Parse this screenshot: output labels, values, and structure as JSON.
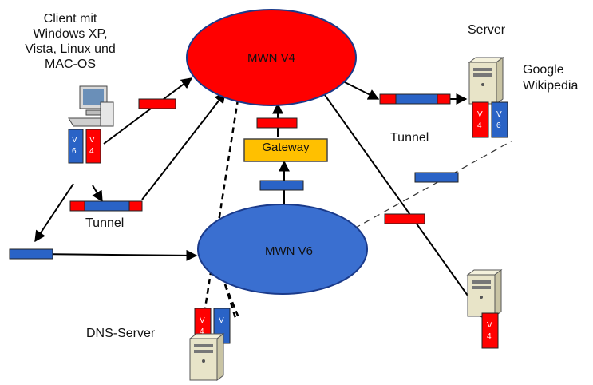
{
  "networks": {
    "v4": {
      "label": "MWN V4",
      "color": "#ff0000"
    },
    "v6": {
      "label": "MWN V6",
      "color": "#3366cc"
    }
  },
  "gateway": {
    "label": "Gateway",
    "color": "#ffc000"
  },
  "client": {
    "label_lines": [
      "Client mit",
      "Windows XP,",
      "Vista, Linux und",
      "MAC-OS"
    ]
  },
  "server": {
    "label": "Server",
    "services": [
      "Google",
      "Wikipedia"
    ]
  },
  "tunnels": [
    "Tunnel",
    "Tunnel"
  ],
  "dns": {
    "label": "DNS-Server"
  },
  "tags": {
    "v4_top": "V",
    "v4_bottom": "4",
    "v6_top": "V",
    "v6_bottom": "6"
  }
}
